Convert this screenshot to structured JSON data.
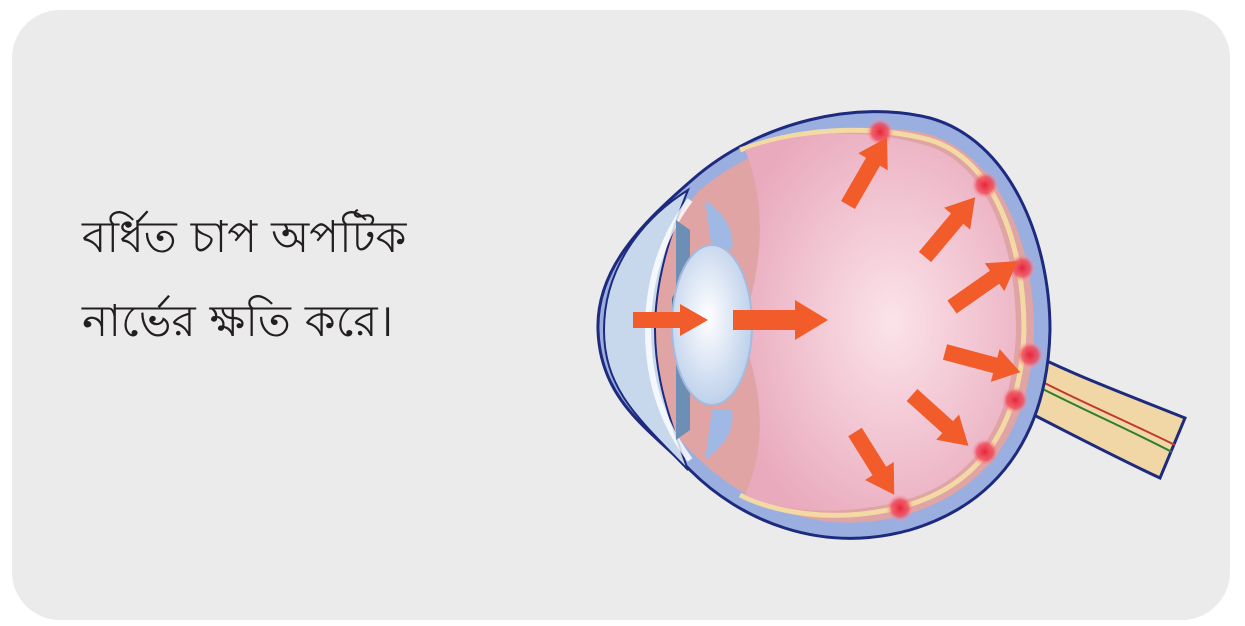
{
  "caption": {
    "line1": "বর্ধিত চাপ অপটিক",
    "line2": "নার্ভের ক্ষতি করে।"
  },
  "colors": {
    "card_background": "#ebebec",
    "sclera": "#9aaee0",
    "sclera_outline": "#1d2a7e",
    "choroid": "#e0a4a4",
    "retina_line": "#f3d9a4",
    "vitreous": "#f2c6d2",
    "lens": "#dde8f8",
    "cornea": "#c8d8ec",
    "optic_nerve": "#f1d7a6",
    "pressure_arrow": "#f25c2a",
    "damage_spot": "#e8243a"
  },
  "icons": [
    "pressure-arrow",
    "damage-spot"
  ]
}
